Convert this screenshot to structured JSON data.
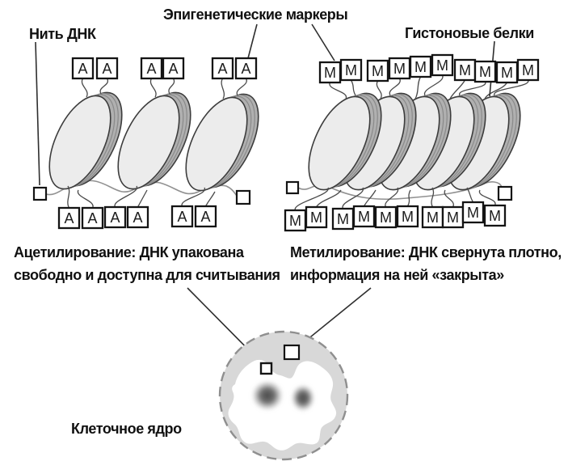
{
  "labels": {
    "dna_strand": "Нить ДНК",
    "epigenetic_markers": "Эпигенетические маркеры",
    "histone_proteins": "Гистоновые белки",
    "cell_nucleus": "Клеточное ядро"
  },
  "captions": {
    "acetylation": {
      "line1": "Ацетилирование: ДНК упакована",
      "line2": "свободно и доступна для считывания"
    },
    "methylation": {
      "line1": "Метилирование: ДНК свернута плотно,",
      "line2": "информация на ней «закрыта»"
    }
  },
  "markers": {
    "acetyl": {
      "letter": "А",
      "top_count": 6,
      "bottom_count": 6
    },
    "methyl": {
      "letter": "М",
      "top_count": 10,
      "bottom_count": 10
    }
  },
  "counts": {
    "left_nucleosomes": 3,
    "right_nucleosomes": 5
  },
  "colors": {
    "disc_face": "#ececec",
    "disc_rim": "#b0b0b0",
    "nucleus_fill": "#d8d8d8",
    "line": "#2e2e2e"
  }
}
